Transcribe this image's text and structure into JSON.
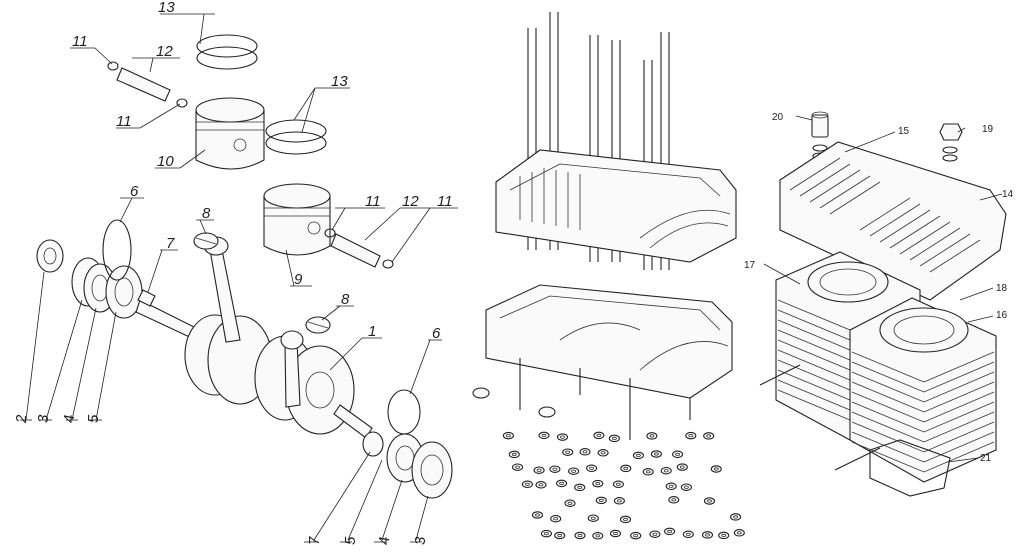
{
  "labels": {
    "crankshaft": "1",
    "seal_left": "2",
    "bearing_left": "3",
    "washer_left": "4",
    "ring_left": "5",
    "oring_left": "6",
    "spacer_left": "7",
    "needle_bearing_top": "8",
    "piston_lower": "9",
    "piston_upper": "10",
    "circlip_a": "11",
    "circlip_b": "11",
    "circlip_c": "11",
    "circlip_d": "11",
    "pin_upper": "12",
    "pin_lower": "12",
    "rings_top": "13",
    "rings_mid": "13",
    "head_left": "14",
    "head_gasket_top": "15",
    "cylinder_right": "16",
    "cylinder_left": "17",
    "head_gasket": "18",
    "nut_right": "19",
    "nut_left": "20",
    "base_gasket": "21",
    "needle_bearing_low": "8",
    "oring_right": "6",
    "spacer_right": "7",
    "ring_right": "5",
    "washer_right": "4",
    "bearing_right": "3"
  },
  "colors": {
    "line": "#222222",
    "background": "#ffffff"
  }
}
